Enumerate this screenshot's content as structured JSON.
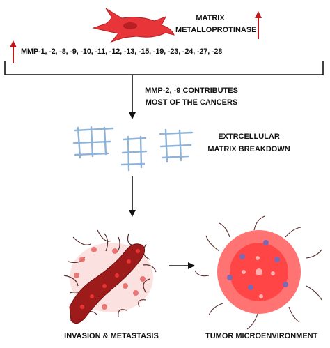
{
  "enzyme": {
    "line1": "MATRIX",
    "line2": "METALLOPROTINASE"
  },
  "mmp_list": "MMP-1, -2, -8, -9, -10, -11, -12, -13, -15, -19, -23, -24, -27, -28",
  "contributes": {
    "line1": "MMP-2, -9 CONTRIBUTES",
    "line2": "MOST OF THE CANCERS"
  },
  "ecm": {
    "line1": "EXTRCELLULAR",
    "line2": "MATRIX  BREAKDOWN"
  },
  "invasion_label": "INVASION & METASTASIS",
  "tumor_label": "TUMOR MICROENVIRONMENT",
  "colors": {
    "cell": "#e8353a",
    "up_arrow": "#c0181d",
    "matrix": "#8fb3d6",
    "vessel": "#9e1b1b",
    "tumor": "#ff5a5a",
    "stroma": "#5a2c2c"
  }
}
